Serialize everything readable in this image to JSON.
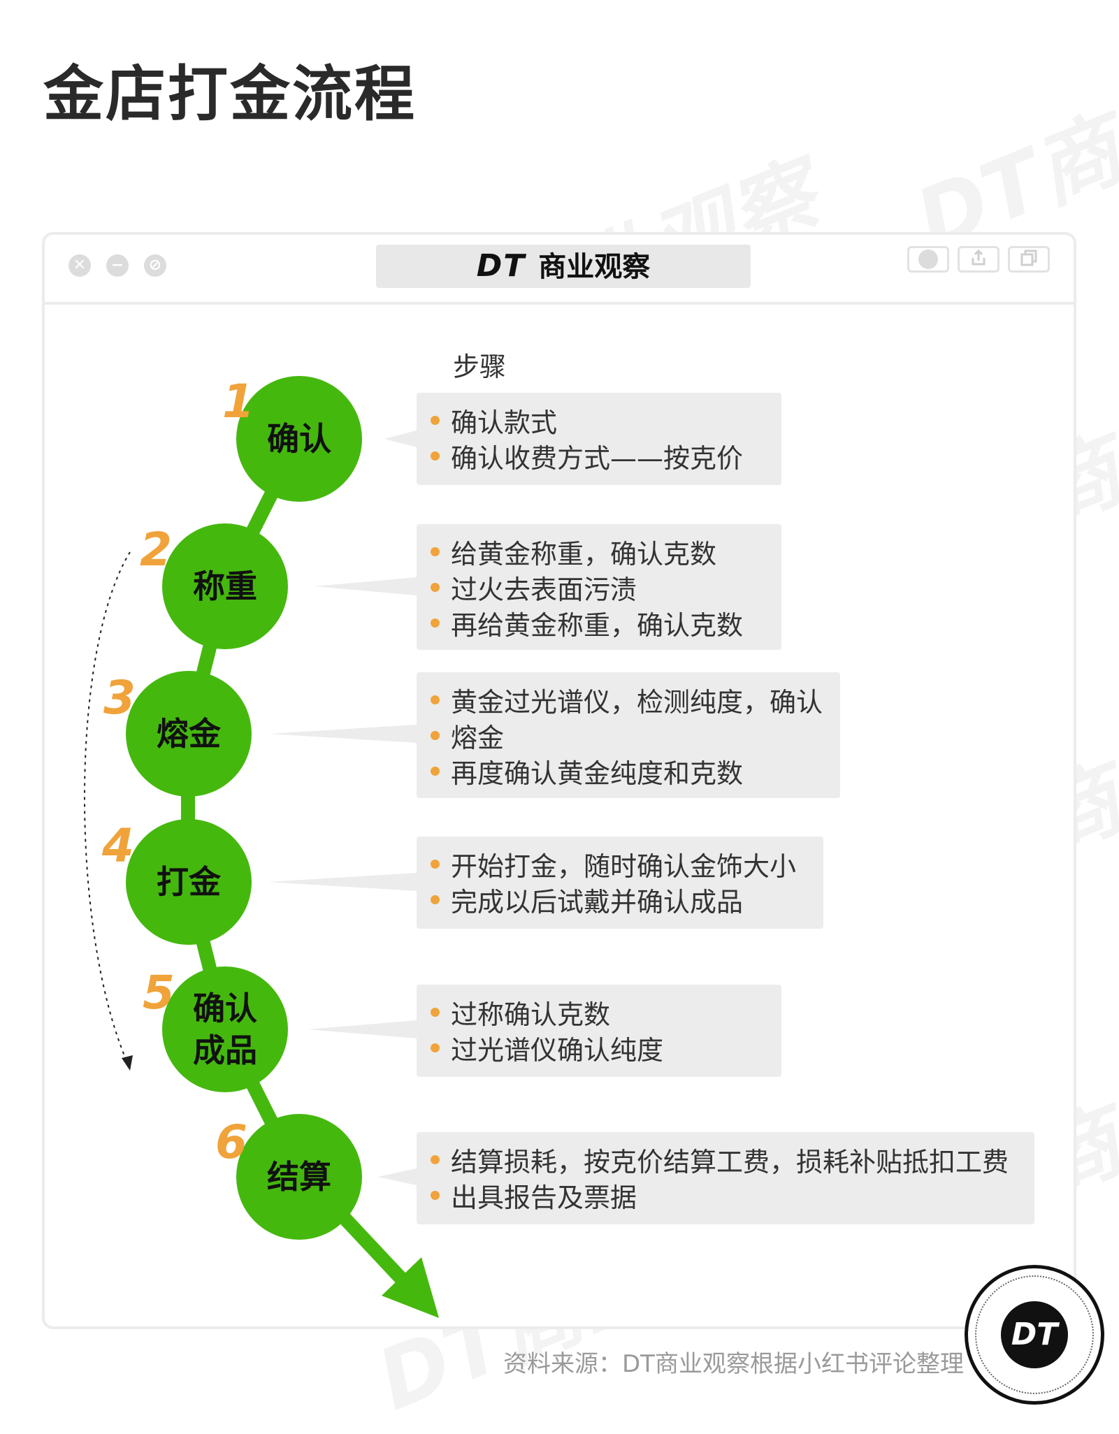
{
  "page": {
    "title": "金店打金流程"
  },
  "window": {
    "brand_mark": "DT",
    "brand_name": "商业观察",
    "controls": [
      "close-icon",
      "minimize-icon",
      "block-icon"
    ],
    "toolbar_icons": [
      "record-icon",
      "share-icon",
      "duplicate-icon"
    ]
  },
  "watermark": {
    "text": "DT商业观察"
  },
  "column_header": "步骤",
  "steps": [
    {
      "number": "1",
      "name": "确认",
      "items": [
        "确认款式",
        "确认收费方式——按克价"
      ]
    },
    {
      "number": "2",
      "name": "称重",
      "items": [
        "给黄金称重，确认克数",
        "过火去表面污渍",
        "再给黄金称重，确认克数"
      ]
    },
    {
      "number": "3",
      "name": "熔金",
      "items": [
        "黄金过光谱仪，检测纯度，确认",
        "熔金",
        "再度确认黄金纯度和克数"
      ]
    },
    {
      "number": "4",
      "name": "打金",
      "items": [
        "开始打金，随时确认金饰大小",
        "完成以后试戴并确认成品"
      ]
    },
    {
      "number": "5",
      "name": "确认成品",
      "items": [
        "过称确认克数",
        "过光谱仪确认纯度"
      ]
    },
    {
      "number": "6",
      "name": "结算",
      "items": [
        "结算损耗，按克价结算工费，损耗补贴抵扣工费",
        "出具报告及票据"
      ]
    }
  ],
  "source": "资料来源：DT商业观察根据小红书评论整理",
  "logo": {
    "text": "DT"
  },
  "colors": {
    "step_green": "#45b80e",
    "number_orange": "#f0a33a",
    "box_gray": "#ececec"
  }
}
